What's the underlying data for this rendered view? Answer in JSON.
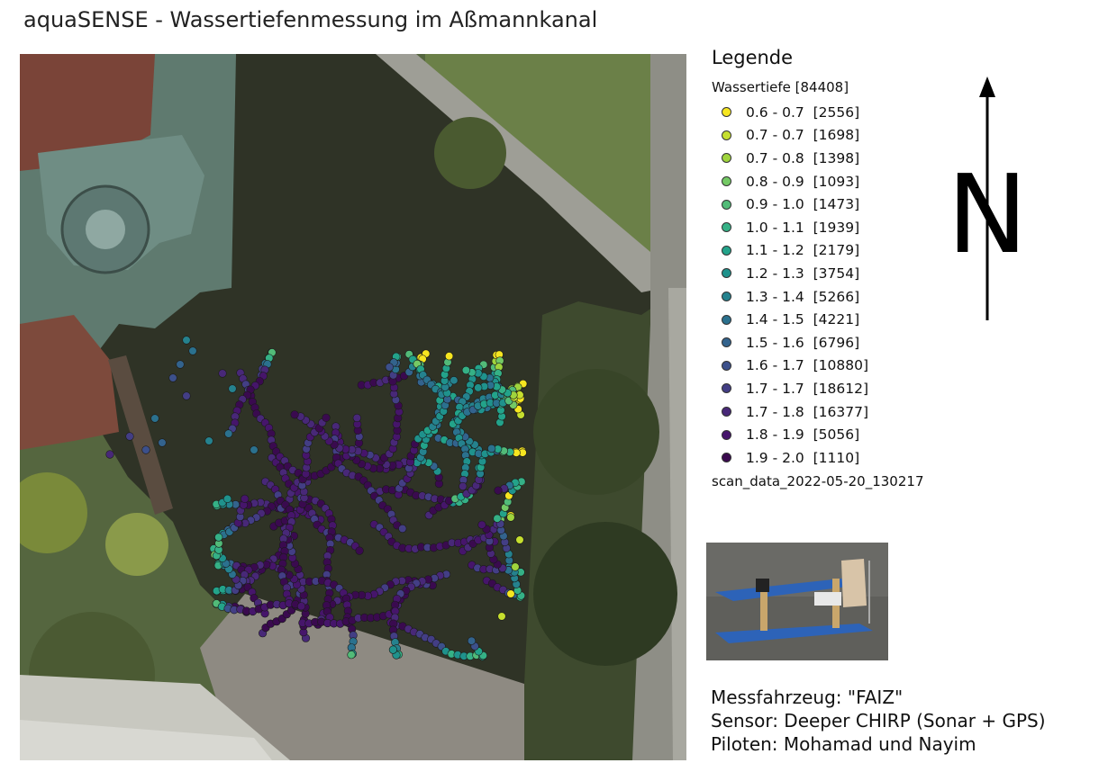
{
  "title": "aquaSENSE - Wassertiefenmessung im Aßmannkanal",
  "legend": {
    "title": "Legende",
    "layer_label": "Wassertiefe [84408]",
    "classes": [
      {
        "label": "0.6 - 0.7",
        "count": "[2556]",
        "color": "#f6e620"
      },
      {
        "label": "0.7 - 0.7",
        "count": "[1698]",
        "color": "#c6df2e"
      },
      {
        "label": "0.7 - 0.8",
        "count": "[1398]",
        "color": "#9fd43d"
      },
      {
        "label": "0.8 - 0.9",
        "count": "[1093]",
        "color": "#74c965"
      },
      {
        "label": "0.9 - 1.0",
        "count": "[1473]",
        "color": "#52bb78"
      },
      {
        "label": "1.0 - 1.1",
        "count": "[1939]",
        "color": "#35b186"
      },
      {
        "label": "1.1 - 1.2",
        "count": "[2179]",
        "color": "#23a38a"
      },
      {
        "label": "1.2 - 1.3",
        "count": "[3754]",
        "color": "#1f928c"
      },
      {
        "label": "1.3 - 1.4",
        "count": "[5266]",
        "color": "#25828e"
      },
      {
        "label": "1.4 - 1.5",
        "count": "[4221]",
        "color": "#2b718e"
      },
      {
        "label": "1.5 - 1.6",
        "count": "[6796]",
        "color": "#33638d"
      },
      {
        "label": "1.6 - 1.7",
        "count": "[10880]",
        "color": "#3c508b"
      },
      {
        "label": "1.7 - 1.7",
        "count": "[18612]",
        "color": "#433e85"
      },
      {
        "label": "1.7 - 1.8",
        "count": "[16377]",
        "color": "#482878"
      },
      {
        "label": "1.8 - 1.9",
        "count": "[5056]",
        "color": "#46156b"
      },
      {
        "label": "1.9 - 2.0",
        "count": "[1110]",
        "color": "#3a0a4f"
      }
    ],
    "source": "scan_data_2022-05-20_130217"
  },
  "north_arrow": {
    "letter": "N"
  },
  "info": {
    "vehicle": "Messfahrzeug: \"FAIZ\"",
    "sensor": "Sensor: Deeper CHIRP (Sonar + GPS)",
    "pilots": "Piloten: Mohamad und Nayim"
  }
}
